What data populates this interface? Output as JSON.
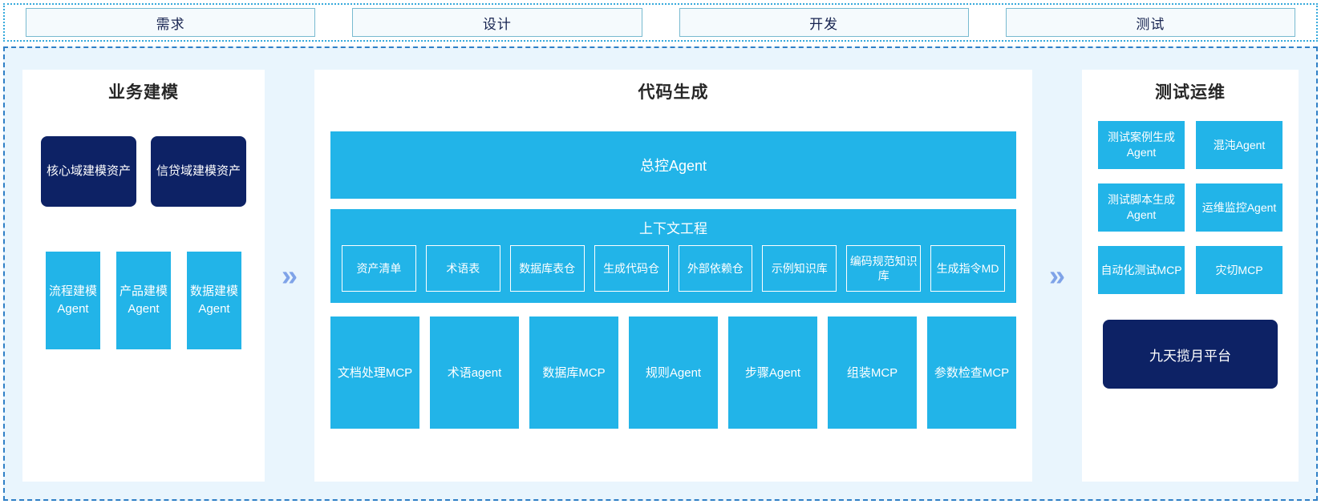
{
  "phases": [
    {
      "label": "需求"
    },
    {
      "label": "设计"
    },
    {
      "label": "开发"
    },
    {
      "label": "测试"
    }
  ],
  "colors": {
    "accent_cyan": "#22B4E8",
    "navy": "#0D2265",
    "page_bg": "#E9F5FD",
    "panel_bg": "#FFFFFF",
    "chevron": "#7FA3E8",
    "phase_border": "#78BAD0",
    "phase_fill": "#F5FAFD",
    "dotted_border": "#36A9DC",
    "dashed_border": "#2F7FC6"
  },
  "separators": {
    "glyph": "»",
    "name": "double-chevron-right"
  },
  "business_panel": {
    "title": "业务建模",
    "assets": [
      {
        "label": "核心域建模资产"
      },
      {
        "label": "信贷域建模资产"
      }
    ],
    "agents": [
      {
        "label": "流程建模Agent"
      },
      {
        "label": "产品建模Agent"
      },
      {
        "label": "数据建模Agent"
      }
    ]
  },
  "code_panel": {
    "title": "代码生成",
    "master_agent": "总控Agent",
    "context": {
      "title": "上下文工程",
      "items": [
        {
          "label": "资产清单"
        },
        {
          "label": "术语表"
        },
        {
          "label": "数据库表仓"
        },
        {
          "label": "生成代码仓"
        },
        {
          "label": "外部依赖仓"
        },
        {
          "label": "示例知识库"
        },
        {
          "label": "编码规范知识库"
        },
        {
          "label": "生成指令MD"
        }
      ]
    },
    "mcp_items": [
      {
        "label": "文档处理MCP"
      },
      {
        "label": "术语agent"
      },
      {
        "label": "数据库MCP"
      },
      {
        "label": "规则Agent"
      },
      {
        "label": "步骤Agent"
      },
      {
        "label": "组装MCP"
      },
      {
        "label": "参数检查MCP"
      }
    ]
  },
  "test_panel": {
    "title": "测试运维",
    "items": [
      {
        "label": "测试案例生成Agent"
      },
      {
        "label": "混沌Agent"
      },
      {
        "label": "测试脚本生成Agent"
      },
      {
        "label": "运维监控Agent"
      },
      {
        "label": "自动化测试MCP"
      },
      {
        "label": "灾切MCP"
      }
    ],
    "platform": "九天揽月平台"
  }
}
